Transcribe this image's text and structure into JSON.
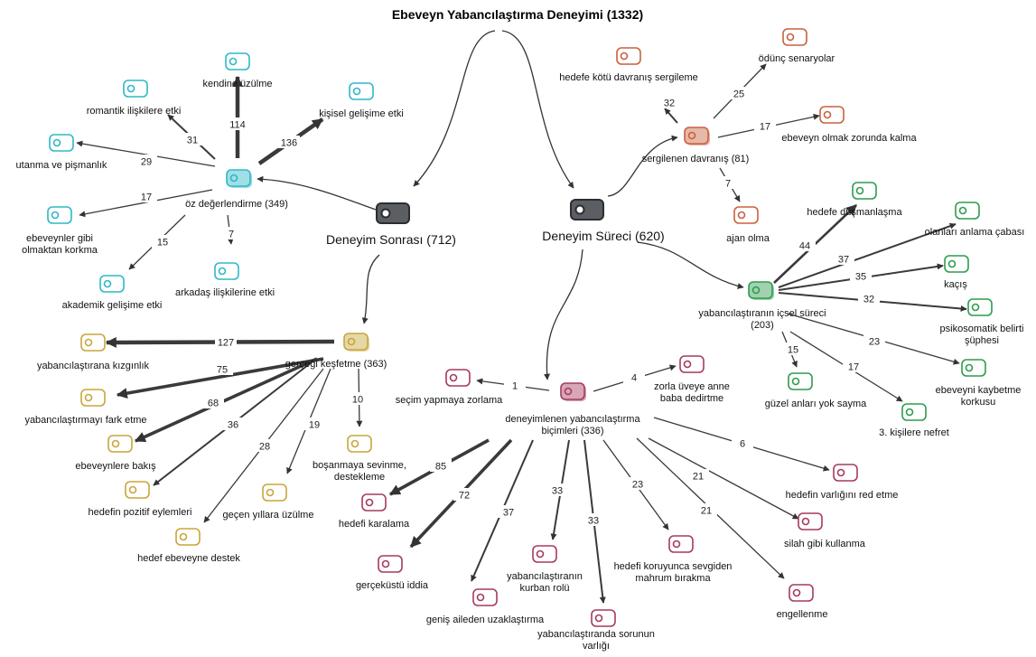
{
  "title": "Ebeveyn Yabancılaştırma Deneyimi (1332)",
  "colors": {
    "root": "#5b5e63",
    "oz_degerlendirme": "#2eb8c8",
    "gercegi_kesfetme": "#c8a63c",
    "deneyimlenen": "#a63a5e",
    "sergilenen": "#c8613e",
    "icsel": "#2e9b4e",
    "edge": "#333333"
  },
  "nodes": {
    "deneyim_sonrasi": {
      "lines": [
        "Deneyim Sonrası (712)"
      ],
      "color": "root"
    },
    "deneyim_sureci": {
      "lines": [
        "Deneyim Süreci (620)"
      ],
      "color": "root"
    },
    "oz_degerlendirme": {
      "lines": [
        "öz değerlendirme (349)"
      ],
      "color": "oz_degerlendirme"
    },
    "gercegi_kesfetme": {
      "lines": [
        "gerçeği keşfetme (363)"
      ],
      "color": "gercegi_kesfetme"
    },
    "deneyimlenen": {
      "lines": [
        "deneyimlenen yabancılaştırma",
        "biçimleri (336)"
      ],
      "color": "deneyimlenen"
    },
    "sergilenen": {
      "lines": [
        "sergilenen davranış (81)"
      ],
      "color": "sergilenen"
    },
    "icsel": {
      "lines": [
        "yabancılaştıranın içsel süreci",
        "(203)"
      ],
      "color": "icsel"
    },
    "kendine_uzulme": {
      "lines": [
        "kendine üzülme"
      ],
      "color": "oz_degerlendirme"
    },
    "romantik": {
      "lines": [
        "romantik ilişkilere etki"
      ],
      "color": "oz_degerlendirme"
    },
    "kisisel_gelisim": {
      "lines": [
        "kişisel gelişime etki"
      ],
      "color": "oz_degerlendirme"
    },
    "utanma": {
      "lines": [
        "utanma ve pişmanlık"
      ],
      "color": "oz_degerlendirme"
    },
    "ebeveynler_gibi": {
      "lines": [
        "ebeveynler gibi",
        "olmaktan korkma"
      ],
      "color": "oz_degerlendirme"
    },
    "akademik": {
      "lines": [
        "akademik gelişime etki"
      ],
      "color": "oz_degerlendirme"
    },
    "arkadas": {
      "lines": [
        "arkadaş ilişkilerine etki"
      ],
      "color": "oz_degerlendirme"
    },
    "kizginlik": {
      "lines": [
        "yabancılaştırana kızgınlık"
      ],
      "color": "gercegi_kesfetme"
    },
    "fark_etme": {
      "lines": [
        "yabancılaştırmayı fark etme"
      ],
      "color": "gercegi_kesfetme"
    },
    "ebeveynlere_bakis": {
      "lines": [
        "ebeveynlere bakış"
      ],
      "color": "gercegi_kesfetme"
    },
    "pozitif_eylemler": {
      "lines": [
        "hedefin pozitif eylemleri"
      ],
      "color": "gercegi_kesfetme"
    },
    "hedef_destek": {
      "lines": [
        "hedef ebeveyne destek"
      ],
      "color": "gercegi_kesfetme"
    },
    "gecen_yillar": {
      "lines": [
        "geçen yıllara üzülme"
      ],
      "color": "gercegi_kesfetme"
    },
    "bosanmaya": {
      "lines": [
        "boşanmaya sevinme,",
        "destekleme"
      ],
      "color": "gercegi_kesfetme"
    },
    "secim": {
      "lines": [
        "seçim yapmaya zorlama"
      ],
      "color": "deneyimlenen"
    },
    "zorla_uvey": {
      "lines": [
        "zorla üveye anne",
        "baba dedirtme"
      ],
      "color": "deneyimlenen"
    },
    "karalama": {
      "lines": [
        "hedefi karalama"
      ],
      "color": "deneyimlenen"
    },
    "gercekustu": {
      "lines": [
        "gerçeküstü iddia"
      ],
      "color": "deneyimlenen"
    },
    "genis_aile": {
      "lines": [
        "geniş aileden uzaklaştırma"
      ],
      "color": "deneyimlenen"
    },
    "kurban_rolu": {
      "lines": [
        "yabancılaştıranın",
        "kurban rolü"
      ],
      "color": "deneyimlenen"
    },
    "sorunun_varligi": {
      "lines": [
        "yabancılaştıranda sorunun",
        "varlığı"
      ],
      "color": "deneyimlenen"
    },
    "mahrum": {
      "lines": [
        "hedefi koruyunca sevgiden",
        "mahrum bırakma"
      ],
      "color": "deneyimlenen"
    },
    "engellenme": {
      "lines": [
        "engellenme"
      ],
      "color": "deneyimlenen"
    },
    "silah": {
      "lines": [
        "silah gibi kullanma"
      ],
      "color": "deneyimlenen"
    },
    "red_etme": {
      "lines": [
        "hedefin varlığını red etme"
      ],
      "color": "deneyimlenen"
    },
    "kotu_davranis": {
      "lines": [
        "hedefe kötü davranış sergileme"
      ],
      "color": "sergilenen"
    },
    "odunc": {
      "lines": [
        "ödünç senaryolar"
      ],
      "color": "sergilenen"
    },
    "ebeveyn_olmak": {
      "lines": [
        "ebeveyn olmak zorunda kalma"
      ],
      "color": "sergilenen"
    },
    "ajan": {
      "lines": [
        "ajan olma"
      ],
      "color": "sergilenen"
    },
    "dusmanlasma": {
      "lines": [
        "hedefe düşmanlaşma"
      ],
      "color": "icsel"
    },
    "anlama_cabasi": {
      "lines": [
        "olanları anlama çabası"
      ],
      "color": "icsel"
    },
    "kacis": {
      "lines": [
        "kaçış"
      ],
      "color": "icsel"
    },
    "psikosomatik": {
      "lines": [
        "psikosomatik belirti",
        "şüphesi"
      ],
      "color": "icsel"
    },
    "kaybetme": {
      "lines": [
        "ebeveyni kaybetme",
        "korkusu"
      ],
      "color": "icsel"
    },
    "nefret": {
      "lines": [
        "3. kişilere nefret"
      ],
      "color": "icsel"
    },
    "guzel_anlari": {
      "lines": [
        "güzel anları yok sayma"
      ],
      "color": "icsel"
    }
  },
  "edges": [
    {
      "from": "title",
      "to": "deneyim_sonrasi",
      "weight": ""
    },
    {
      "from": "title",
      "to": "deneyim_sureci",
      "weight": ""
    },
    {
      "from": "deneyim_sonrasi",
      "to": "oz_degerlendirme",
      "weight": ""
    },
    {
      "from": "deneyim_sonrasi",
      "to": "gercegi_kesfetme",
      "weight": ""
    },
    {
      "from": "deneyim_sureci",
      "to": "sergilenen",
      "weight": ""
    },
    {
      "from": "deneyim_sureci",
      "to": "icsel",
      "weight": ""
    },
    {
      "from": "deneyim_sureci",
      "to": "deneyimlenen",
      "weight": ""
    },
    {
      "from": "oz_degerlendirme",
      "to": "kendine_uzulme",
      "weight": "114"
    },
    {
      "from": "oz_degerlendirme",
      "to": "romantik",
      "weight": "31"
    },
    {
      "from": "oz_degerlendirme",
      "to": "kisisel_gelisim",
      "weight": "136"
    },
    {
      "from": "oz_degerlendirme",
      "to": "utanma",
      "weight": "29"
    },
    {
      "from": "oz_degerlendirme",
      "to": "ebeveynler_gibi",
      "weight": "17"
    },
    {
      "from": "oz_degerlendirme",
      "to": "akademik",
      "weight": "15"
    },
    {
      "from": "oz_degerlendirme",
      "to": "arkadas",
      "weight": "7"
    },
    {
      "from": "gercegi_kesfetme",
      "to": "kizginlik",
      "weight": "127"
    },
    {
      "from": "gercegi_kesfetme",
      "to": "fark_etme",
      "weight": "75"
    },
    {
      "from": "gercegi_kesfetme",
      "to": "ebeveynlere_bakis",
      "weight": "68"
    },
    {
      "from": "gercegi_kesfetme",
      "to": "pozitif_eylemler",
      "weight": "36"
    },
    {
      "from": "gercegi_kesfetme",
      "to": "hedef_destek",
      "weight": "28"
    },
    {
      "from": "gercegi_kesfetme",
      "to": "gecen_yillar",
      "weight": "19"
    },
    {
      "from": "gercegi_kesfetme",
      "to": "bosanmaya",
      "weight": "10"
    },
    {
      "from": "deneyimlenen",
      "to": "secim",
      "weight": "1"
    },
    {
      "from": "deneyimlenen",
      "to": "zorla_uvey",
      "weight": "4"
    },
    {
      "from": "deneyimlenen",
      "to": "karalama",
      "weight": "85"
    },
    {
      "from": "deneyimlenen",
      "to": "gercekustu",
      "weight": "72"
    },
    {
      "from": "deneyimlenen",
      "to": "genis_aile",
      "weight": "37"
    },
    {
      "from": "deneyimlenen",
      "to": "kurban_rolu",
      "weight": "33"
    },
    {
      "from": "deneyimlenen",
      "to": "sorunun_varligi",
      "weight": "33"
    },
    {
      "from": "deneyimlenen",
      "to": "mahrum",
      "weight": "23"
    },
    {
      "from": "deneyimlenen",
      "to": "engellenme",
      "weight": "21"
    },
    {
      "from": "deneyimlenen",
      "to": "silah",
      "weight": "21"
    },
    {
      "from": "deneyimlenen",
      "to": "red_etme",
      "weight": "6"
    },
    {
      "from": "sergilenen",
      "to": "kotu_davranis",
      "weight": "32"
    },
    {
      "from": "sergilenen",
      "to": "odunc",
      "weight": "25"
    },
    {
      "from": "sergilenen",
      "to": "ebeveyn_olmak",
      "weight": "17"
    },
    {
      "from": "sergilenen",
      "to": "ajan",
      "weight": "7"
    },
    {
      "from": "icsel",
      "to": "dusmanlasma",
      "weight": "44"
    },
    {
      "from": "icsel",
      "to": "anlama_cabasi",
      "weight": "37"
    },
    {
      "from": "icsel",
      "to": "kacis",
      "weight": "35"
    },
    {
      "from": "icsel",
      "to": "psikosomatik",
      "weight": "32"
    },
    {
      "from": "icsel",
      "to": "kaybetme",
      "weight": "23"
    },
    {
      "from": "icsel",
      "to": "nefret",
      "weight": "17"
    },
    {
      "from": "icsel",
      "to": "guzel_anlari",
      "weight": "15"
    }
  ]
}
